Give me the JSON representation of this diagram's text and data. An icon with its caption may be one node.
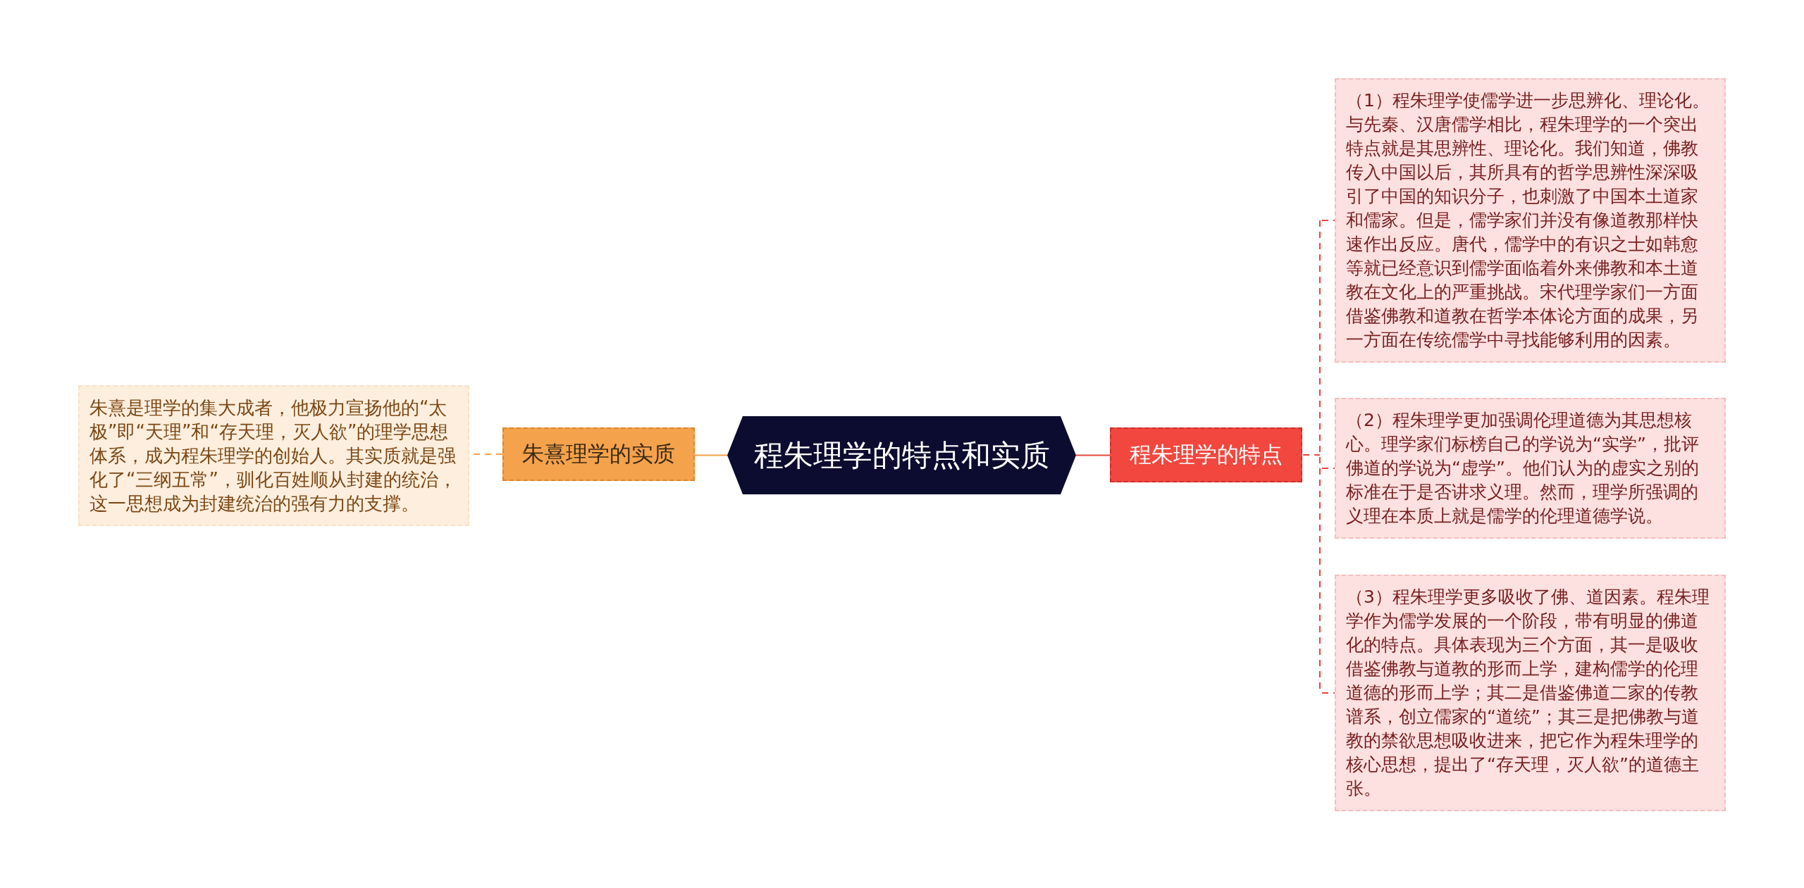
{
  "diagram": {
    "nodes": [
      {
        "text": [
          "程朱理学的特点和实质"
        ]
      },
      {
        "text": [
          "朱熹理学的实质"
        ]
      },
      {
        "text": [
          "朱熹是理学的集大成者，他极力宣扬他的“太极”即“天理”和“存天理，灭人欲”的理学思想体系，成为程朱理学的创始人。其实质就是强化了“三纲五常”，驯化百姓顺从封建的统治，这一思想成为封建统治的强有力的支撑。"
        ]
      },
      {
        "text": [
          "程朱理学的特点"
        ]
      },
      {
        "text": [
          "（1）程朱理学使儒学进一步思辨化、理论化。与先秦、汉唐儒学相比，程朱理学的一个突出特点就是其思辨性、理论化。我们知道，佛教传入中国以后，其所具有的哲学思辨性深深吸引了中国的知识分子，也刺激了中国本土道家和儒家。但是，儒学家们并没有像道教那样快速作出反应。唐代，儒学中的有识之士如韩愈等就已经意识到儒学面临着外来佛教和本土道教在文化上的严重挑战。宋代理学家们一方面借鉴佛教和道教在哲学本体论方面的成果，另一方面在传统儒学中寻找能够利用的因素。"
        ]
      },
      {
        "text": [
          "（2）程朱理学更加强调伦理道德为其思想核心。理学家们标榜自己的学说为“实学”，批评佛道的学说为“虚学”。他们认为的虚实之别的标准在于是否讲求义理。然而，理学所强调的义理在本质上就是儒学的伦理道德学说。"
        ]
      },
      {
        "text": [
          "（3）程朱理学更多吸收了佛、道因素。程朱理学作为儒学发展的一个阶段，带有明显的佛道化的特点。具体表现为三个方面，其一是吸收借鉴佛教与道教的形而上学，建构儒学的伦理道德的形而上学；其二是借鉴佛道二家的传教谱系，创立儒家的“道统”；其三是把佛教与道教的禁欲思想吸收进来，把它作为程朱理学的核心思想，提出了“存天理，灭人欲”的道德主张。"
        ]
      }
    ],
    "edges": [
      {
        "from": 0,
        "to": 1,
        "arrow": "none",
        "color": "#f4a04a"
      },
      {
        "from": 1,
        "to": 2,
        "arrow": "none",
        "style": "dashed",
        "color": "#f4a04a"
      },
      {
        "from": 0,
        "to": 3,
        "arrow": "none"
      },
      {
        "from": 3,
        "to": 4,
        "arrow": "none",
        "style": "dashed"
      },
      {
        "from": 3,
        "to": 5,
        "arrow": "none",
        "style": "dashed"
      },
      {
        "from": 3,
        "to": 6,
        "arrow": "none",
        "style": "dashed"
      }
    ]
  }
}
